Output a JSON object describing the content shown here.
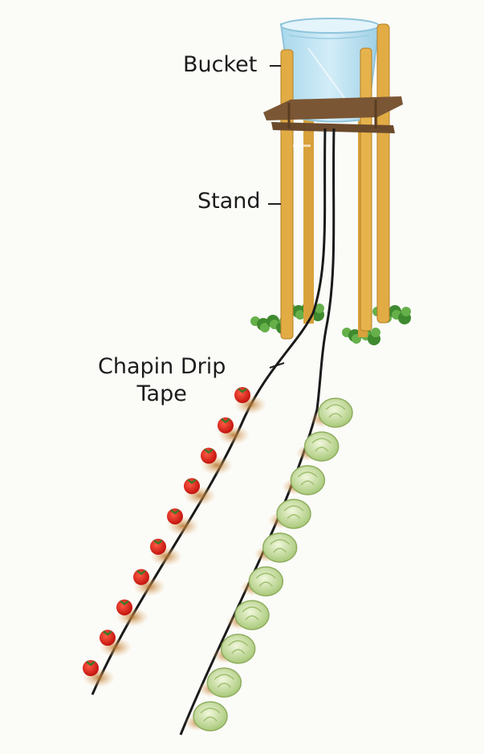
{
  "labels": {
    "bucket": "Bucket",
    "stand": "Stand",
    "tape_line1": "Chapin Drip",
    "tape_line2": "Tape"
  },
  "colors": {
    "bucket_fill": "#bfe3f2",
    "bucket_edge": "#8fc4da",
    "stand_wood": "#e2ac45",
    "frame_wood": "#7a5634",
    "tape": "#1a1a1a",
    "tomato": "#d8261e",
    "tomato_soil": "#c98a3e",
    "cabbage": "#d9e8b4",
    "grass": "#4f9a3a"
  },
  "rows": {
    "tomato_count": 10,
    "cabbage_count": 10
  }
}
